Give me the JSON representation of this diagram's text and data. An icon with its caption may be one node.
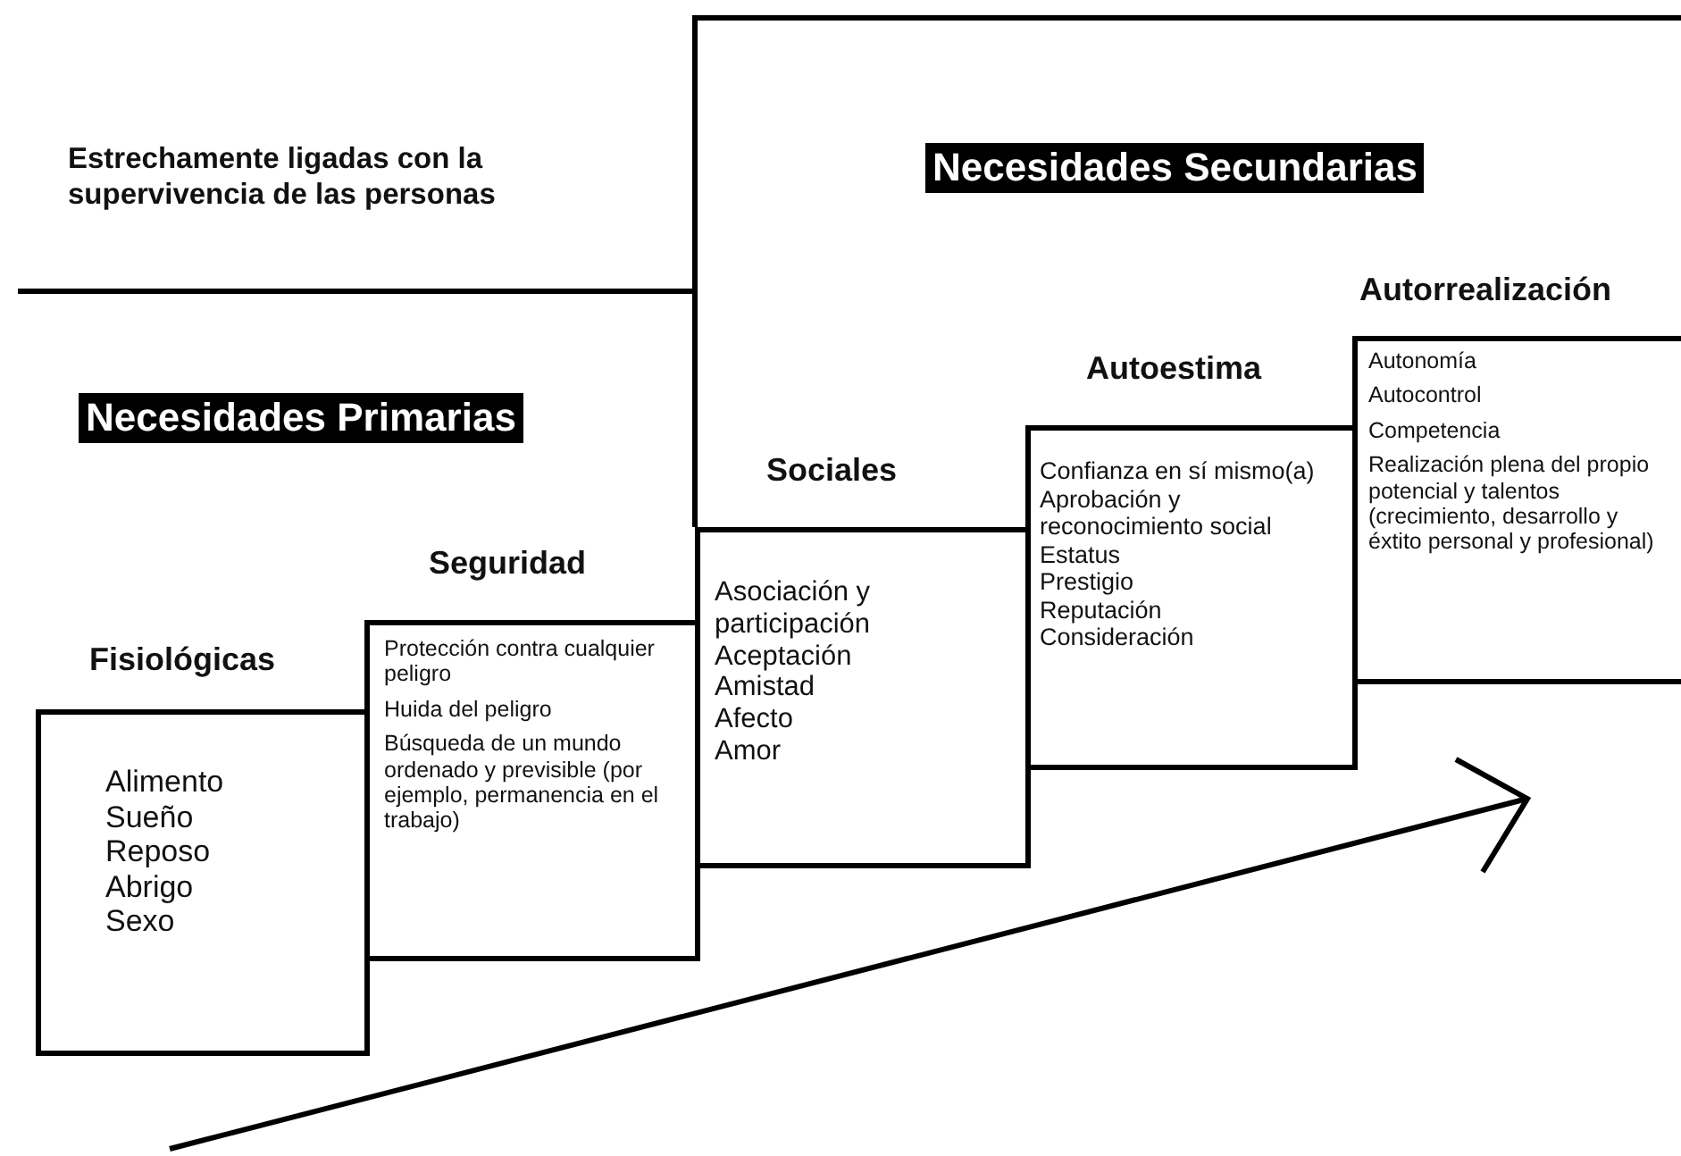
{
  "diagram": {
    "nodes": [
      {
        "text": [
          "Fisiológicas",
          "Alimento",
          "Sueño",
          "Reposo",
          "Abrigo",
          "Sexo"
        ]
      },
      {
        "text": [
          "Seguridad",
          "Protección contra cualquier peligro",
          "Huida del peligro",
          "Búsqueda de un mundo ordenado y previsible (por ejemplo, permanencia en el trabajo)"
        ]
      },
      {
        "text": [
          "Sociales",
          "Asociación y participación",
          "Aceptación",
          "Amistad",
          "Afecto",
          "Amor"
        ]
      },
      {
        "text": [
          "Autoestima",
          "Confianza en sí mismo(a)",
          "Aprobación y reconocimiento social",
          "Estatus",
          "Prestigio",
          "Reputación",
          "Consideración"
        ]
      },
      {
        "text": [
          "Autorrealización",
          "Autonomía",
          "Autocontrol",
          "Competencia",
          "Realización plena del propio potencial y talentos (crecimiento, desarrollo y éxtito personal y profesional)"
        ]
      }
    ],
    "labels": [
      "Estrechamente ligadas con la supervivencia de las personas",
      "Necesidades Secundarias",
      "Necesidades Primarias"
    ]
  }
}
